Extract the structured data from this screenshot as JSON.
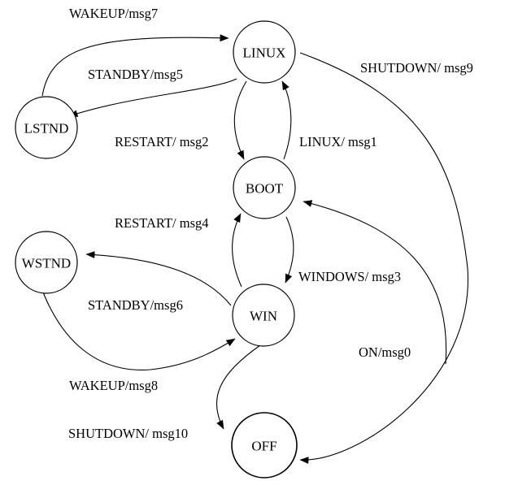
{
  "diagram": {
    "states": {
      "linux": "LINUX",
      "lstnd": "LSTND",
      "boot": "BOOT",
      "wstnd": "WSTND",
      "win": "WIN",
      "off": "OFF"
    },
    "transitions": {
      "wakeup_lstnd_linux": "WAKEUP/msg7",
      "standby_linux_lstnd": "STANDBY/msg5",
      "shutdown_linux_off": "SHUTDOWN/ msg9",
      "restart_linux_boot": "RESTART/ msg2",
      "linux_boot_linux": "LINUX/ msg1",
      "restart_win_boot": "RESTART/ msg4",
      "windows_boot_win": "WINDOWS/ msg3",
      "standby_win_wstnd": "STANDBY/msg6",
      "wakeup_wstnd_win": "WAKEUP/msg8",
      "on_off_boot": "ON/msg0",
      "shutdown_win_off": "SHUTDOWN/ msg10"
    },
    "colors": {
      "stroke": "#000000",
      "background": "#ffffff"
    }
  }
}
